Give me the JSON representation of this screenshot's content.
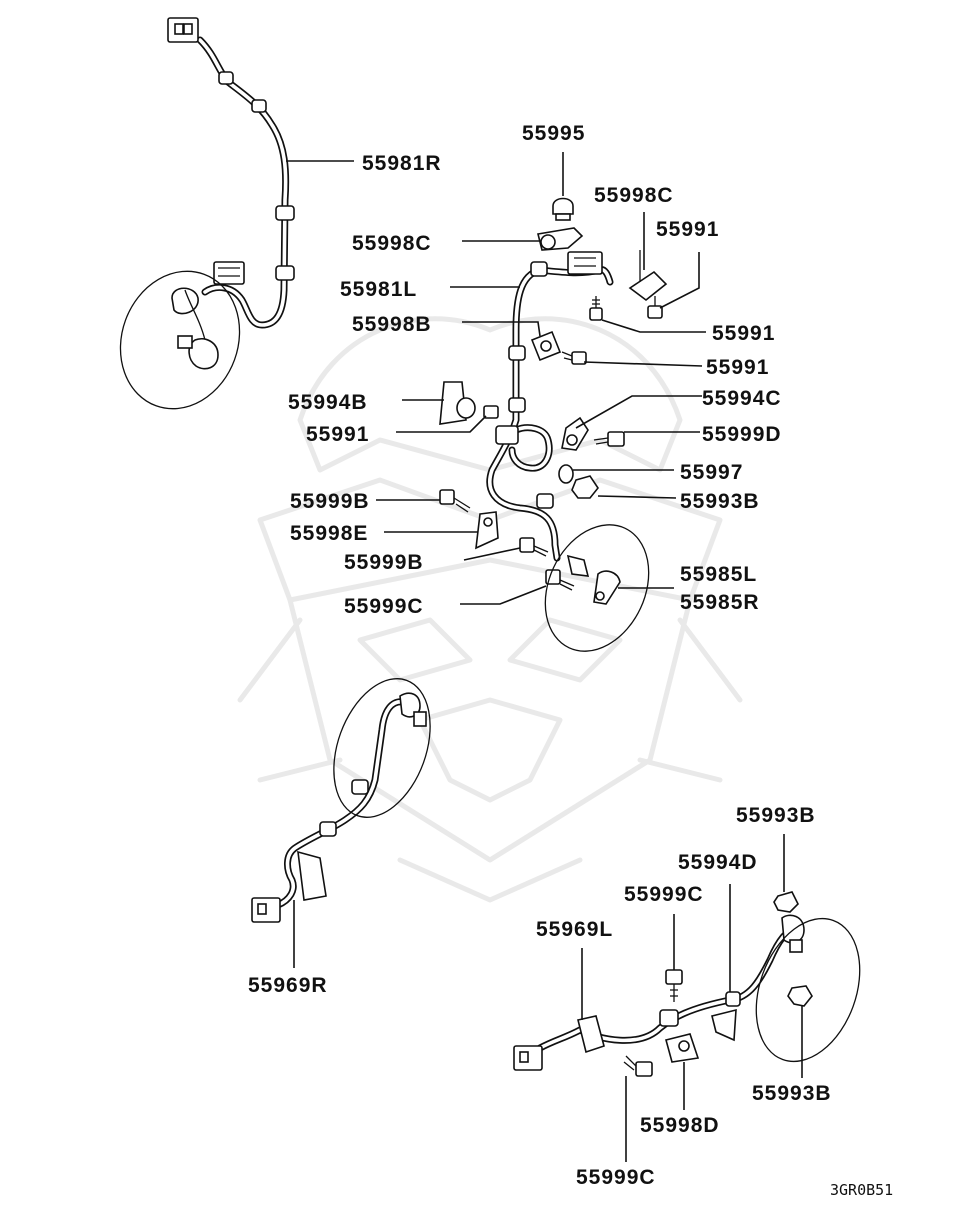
{
  "diagram_code": "3GR0B51",
  "labels": {
    "p55995": "55995",
    "p55981R": "55981R",
    "p55998C_a": "55998C",
    "p55991_a": "55991",
    "p55998C_b": "55998C",
    "p55981L": "55981L",
    "p55991_b": "55991",
    "p55998B": "55998B",
    "p55991_c": "55991",
    "p55994B": "55994B",
    "p55994C": "55994C",
    "p55991_d": "55991",
    "p55999D": "55999D",
    "p55997": "55997",
    "p55999B_a": "55999B",
    "p55993B_a": "55993B",
    "p55998E": "55998E",
    "p55999B_b": "55999B",
    "p55985L": "55985L",
    "p55999C_a": "55999C",
    "p55985R": "55985R",
    "p55993B_b": "55993B",
    "p55994D": "55994D",
    "p55999C_b": "55999C",
    "p55969L": "55969L",
    "p55969R": "55969R",
    "p55993B_c": "55993B",
    "p55998D": "55998D",
    "p55999C_c": "55999C"
  }
}
